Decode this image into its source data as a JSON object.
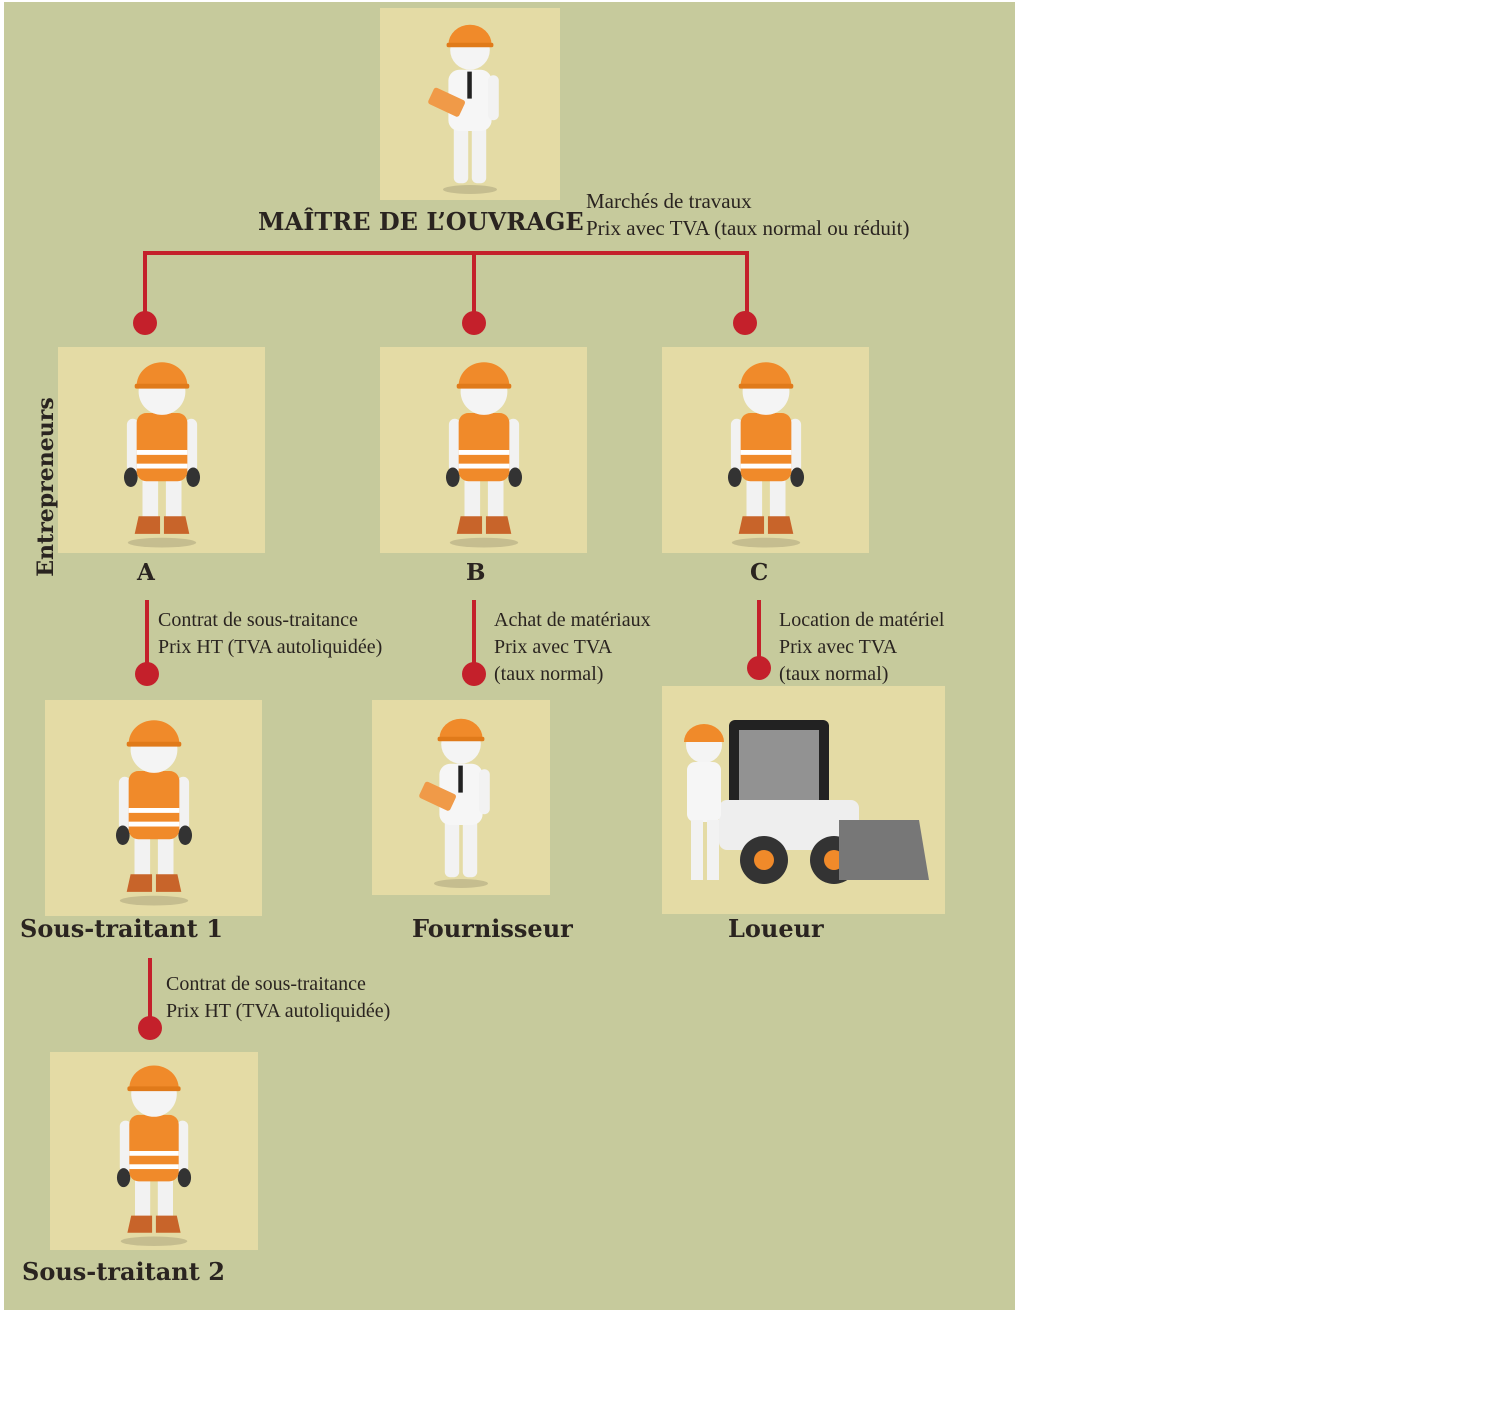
{
  "colors": {
    "background": "#c6ca9c",
    "tile": "#e4dba5",
    "connector": "#c4202b",
    "helmet": "#f08a2a"
  },
  "owner": {
    "label": "MAÎTRE DE L’OUVRAGE",
    "note": [
      "Marchés de travaux",
      "Prix avec TVA (taux normal ou réduit)"
    ]
  },
  "group_label": "Entrepreneurs",
  "contractors": [
    {
      "label": "A"
    },
    {
      "label": "B"
    },
    {
      "label": "C"
    }
  ],
  "relations": [
    {
      "lines": [
        "Contrat de sous-traitance",
        "Prix HT (TVA autoliquidée)"
      ]
    },
    {
      "lines": [
        "Achat de matériaux",
        "Prix avec TVA",
        "(taux normal)"
      ]
    },
    {
      "lines": [
        "Location de matériel",
        "Prix avec TVA",
        "(taux normal)"
      ]
    },
    {
      "lines": [
        "Contrat de sous-traitance",
        "Prix HT (TVA autoliquidée)"
      ]
    }
  ],
  "parties": [
    {
      "label": "Sous-traitant 1"
    },
    {
      "label": "Fournisseur"
    },
    {
      "label": "Loueur"
    },
    {
      "label": "Sous-traitant 2"
    }
  ]
}
